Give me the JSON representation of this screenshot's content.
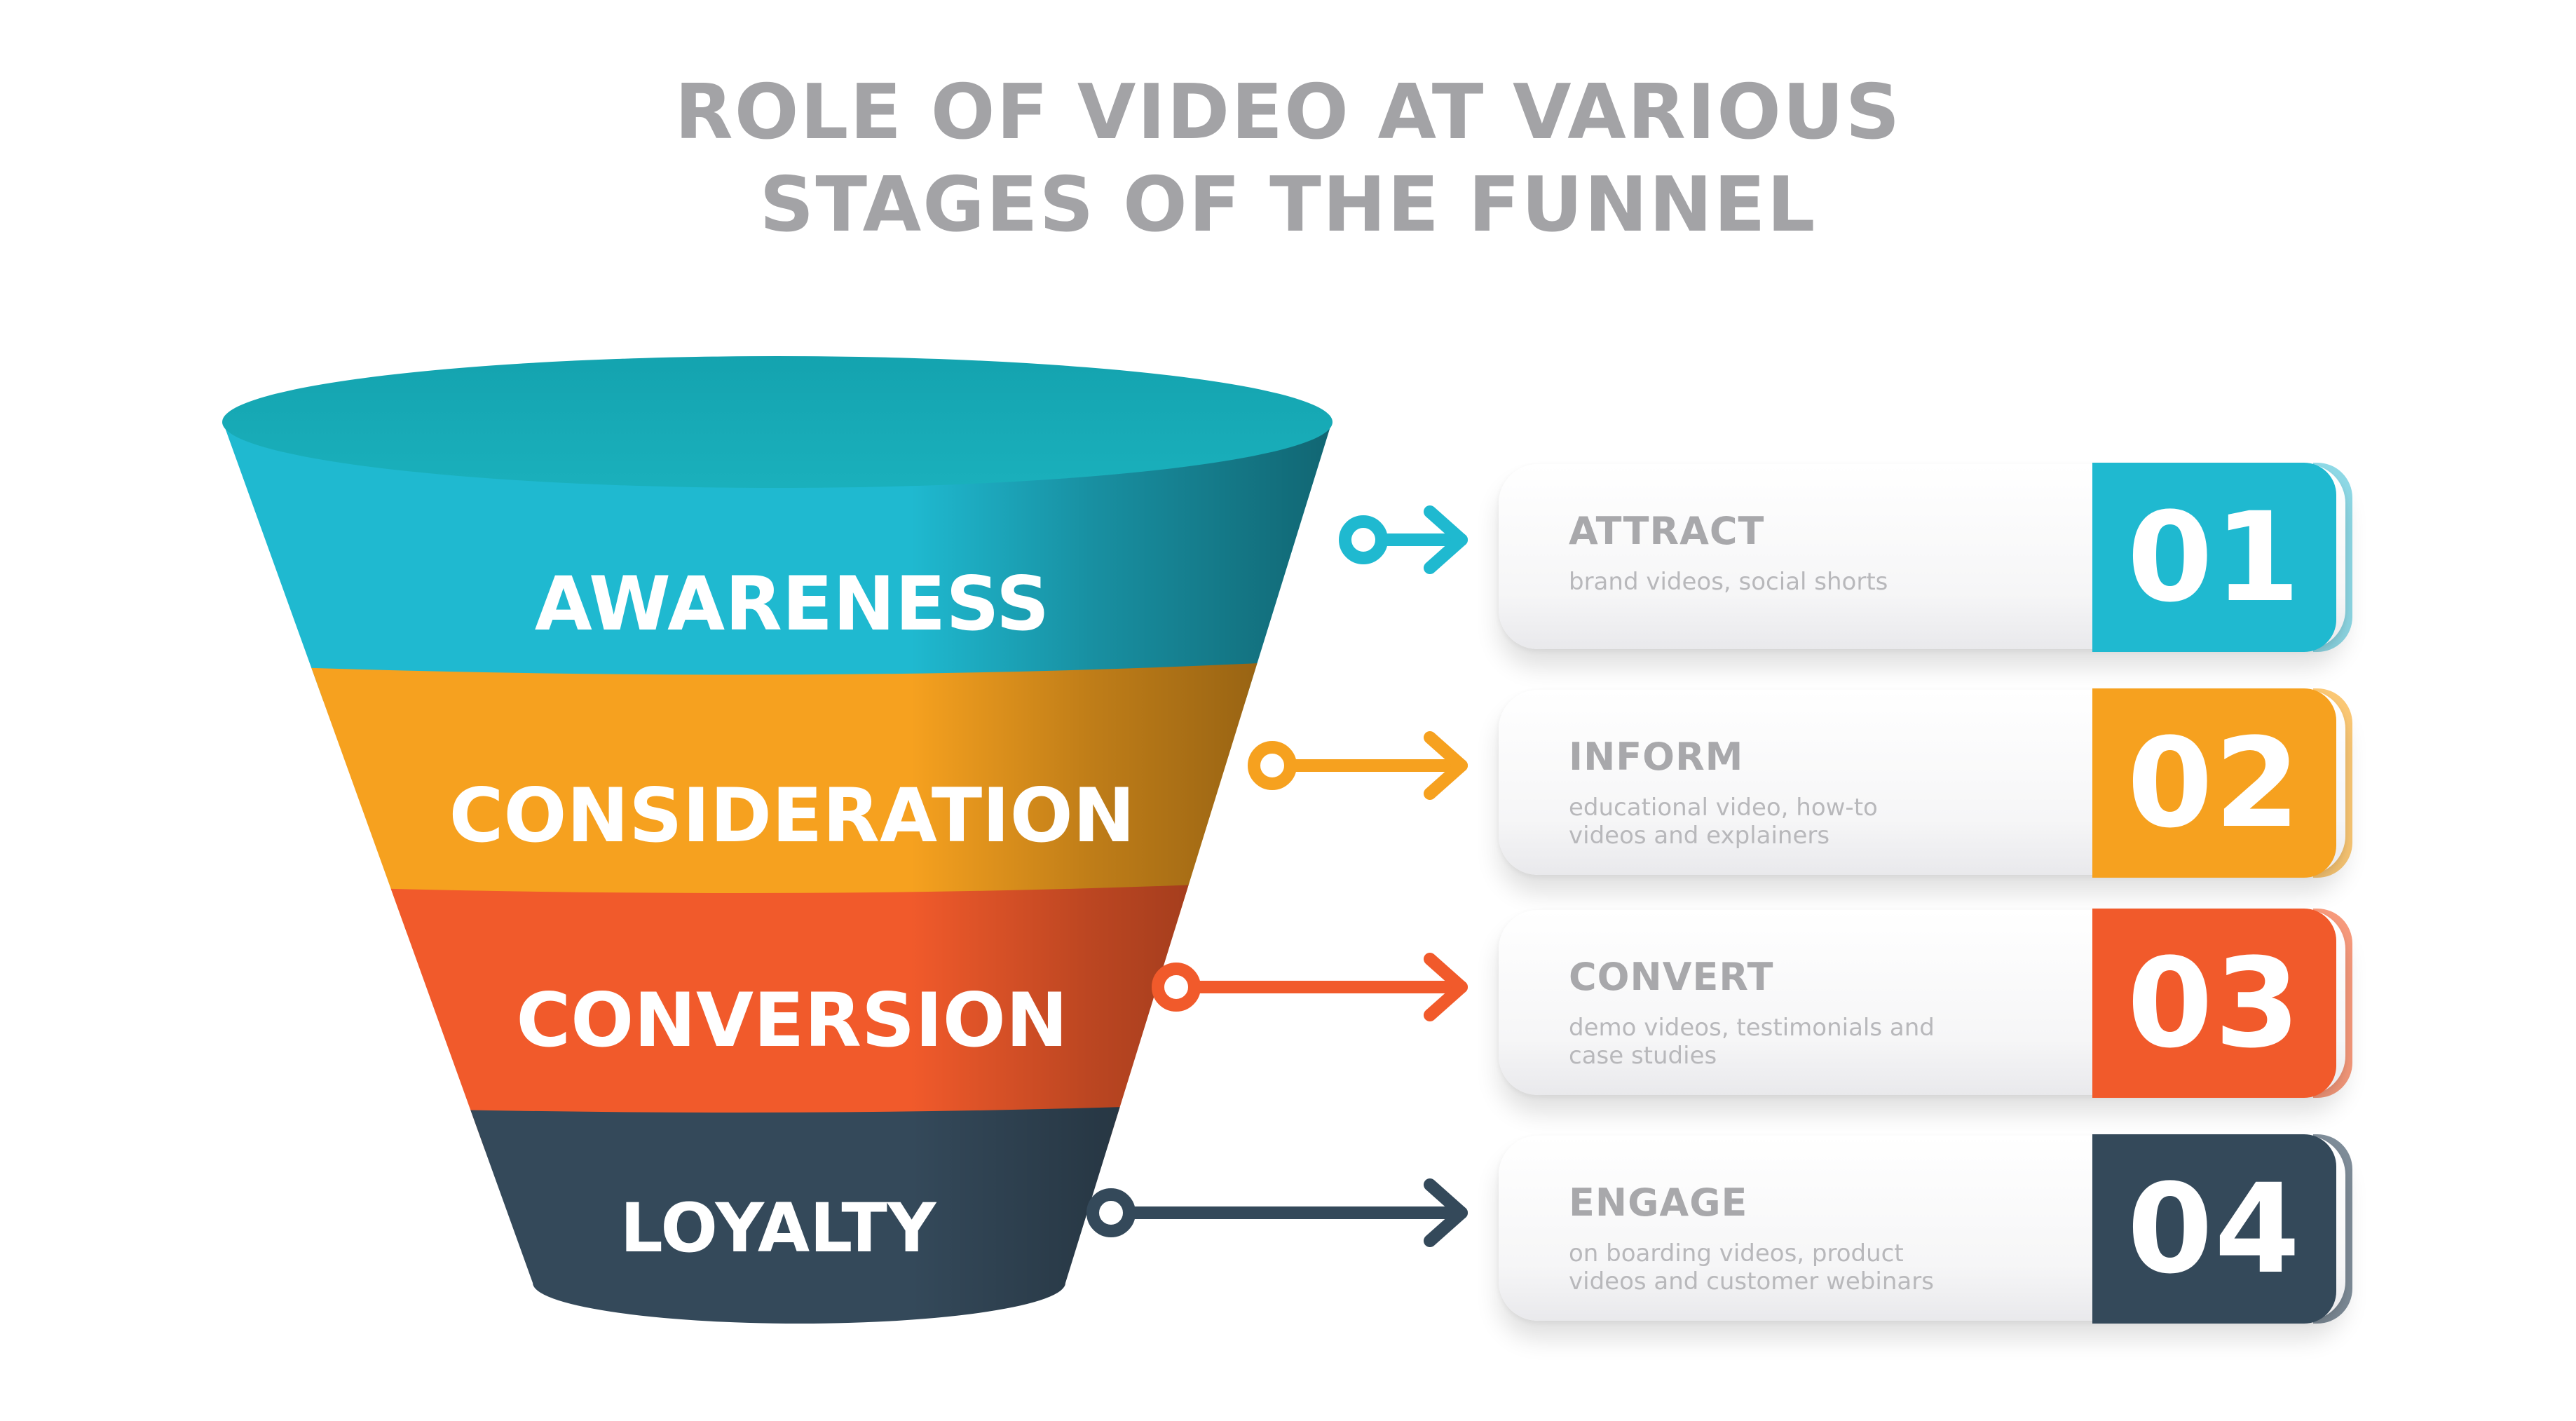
{
  "title": {
    "line1": "ROLE OF VIDEO AT VARIOUS",
    "line2": "STAGES OF THE FUNNEL"
  },
  "funnel": {
    "stages": [
      {
        "label": "AWARENESS",
        "color": "#1fb9d0",
        "rim": "#16a8b4"
      },
      {
        "label": "CONSIDERATION",
        "color": "#f6a11f"
      },
      {
        "label": "CONVERSION",
        "color": "#f15a2b"
      },
      {
        "label": "LOYALTY",
        "color": "#34495a"
      }
    ]
  },
  "cards": [
    {
      "title": "ATTRACT",
      "desc": "brand videos, social shorts",
      "number": "01",
      "color": "#1fb9d0",
      "edge": "#8fd9e6",
      "icon": "arrow-right-icon"
    },
    {
      "title": "INFORM",
      "desc": "educational video, how-to videos and explainers",
      "number": "02",
      "color": "#f6a11f",
      "edge": "#fbc875",
      "icon": "arrow-right-icon"
    },
    {
      "title": "CONVERT",
      "desc": "demo videos, testimonials and case studies",
      "number": "03",
      "color": "#f15a2b",
      "edge": "#f79a7c",
      "icon": "arrow-right-icon"
    },
    {
      "title": "ENGAGE",
      "desc": "on boarding videos, product videos and customer webinars",
      "number": "04",
      "color": "#34495a",
      "edge": "#7f8d99",
      "icon": "arrow-right-icon"
    }
  ]
}
